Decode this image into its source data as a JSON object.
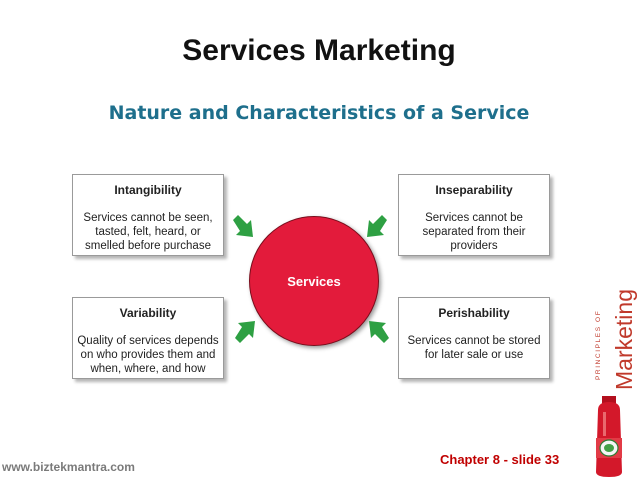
{
  "title": "Services Marketing",
  "subtitle": "Nature and Characteristics of a Service",
  "center": "Services",
  "boxes": {
    "intangibility": {
      "title": "Intangibility",
      "desc": "Services cannot be seen, tasted, felt, heard, or smelled before purchase"
    },
    "inseparability": {
      "title": "Inseparability",
      "desc": "Services cannot be separated from their providers"
    },
    "variability": {
      "title": "Variability",
      "desc": "Quality of services depends on who provides them and when, where, and how"
    },
    "perishability": {
      "title": "Perishability",
      "desc": "Services cannot be stored for later sale or use"
    }
  },
  "footer": {
    "website": "www.biztekmantra.com",
    "slide": "Chapter 8 - slide 33"
  },
  "book": {
    "series": "PRINCIPLES OF",
    "title": "Marketing"
  },
  "colors": {
    "subtitle": "#1e6f8c",
    "circle": "#e31b3b",
    "arrow": "#2ea043",
    "slide_label": "#c00000"
  }
}
